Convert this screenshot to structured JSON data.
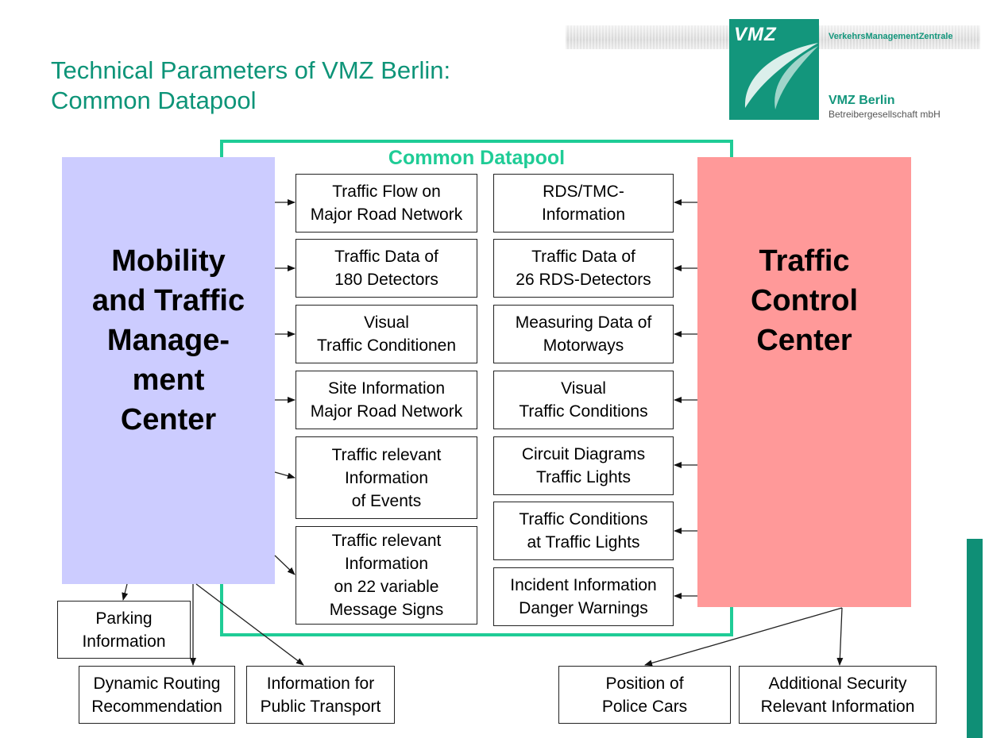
{
  "title": {
    "line1": "Technical Parameters of VMZ Berlin:",
    "line2": "Common Datapool"
  },
  "logo": {
    "mark": "VMZ",
    "tagline": "VerkehrsManagementZentrale",
    "name": "VMZ Berlin",
    "subtitle": "Betreibergesellschaft mbH",
    "color": "#13967c"
  },
  "datapool": {
    "label": "Common Datapool",
    "color": "#1fcc96"
  },
  "mtmc": {
    "label": "Mobility\nand Traffic\nManage-\nment\nCenter",
    "color": "#ccccff"
  },
  "tcc": {
    "label": "Traffic\nControl\nCenter",
    "color": "#ff9999"
  },
  "left_column": [
    "Traffic Flow on\nMajor Road Network",
    "Traffic Data of\n180 Detectors",
    "Visual\nTraffic Conditionen",
    "Site Information\nMajor Road Network",
    "Traffic relevant\nInformation\nof Events",
    "Traffic relevant\nInformation\non 22 variable\nMessage Signs"
  ],
  "right_column": [
    "RDS/TMC-\nInformation",
    "Traffic Data of\n26 RDS-Detectors",
    "Measuring Data of\nMotorways",
    "Visual\nTraffic Conditions",
    "Circuit Diagrams\nTraffic Lights",
    "Traffic Conditions\nat Traffic Lights",
    "Incident Information\nDanger Warnings"
  ],
  "mtmc_outputs": [
    "Parking\nInformation",
    "Dynamic Routing\nRecommendation",
    "Information for\nPublic Transport"
  ],
  "tcc_outputs": [
    "Position of\nPolice Cars",
    "Additional Security\nRelevant Information"
  ]
}
